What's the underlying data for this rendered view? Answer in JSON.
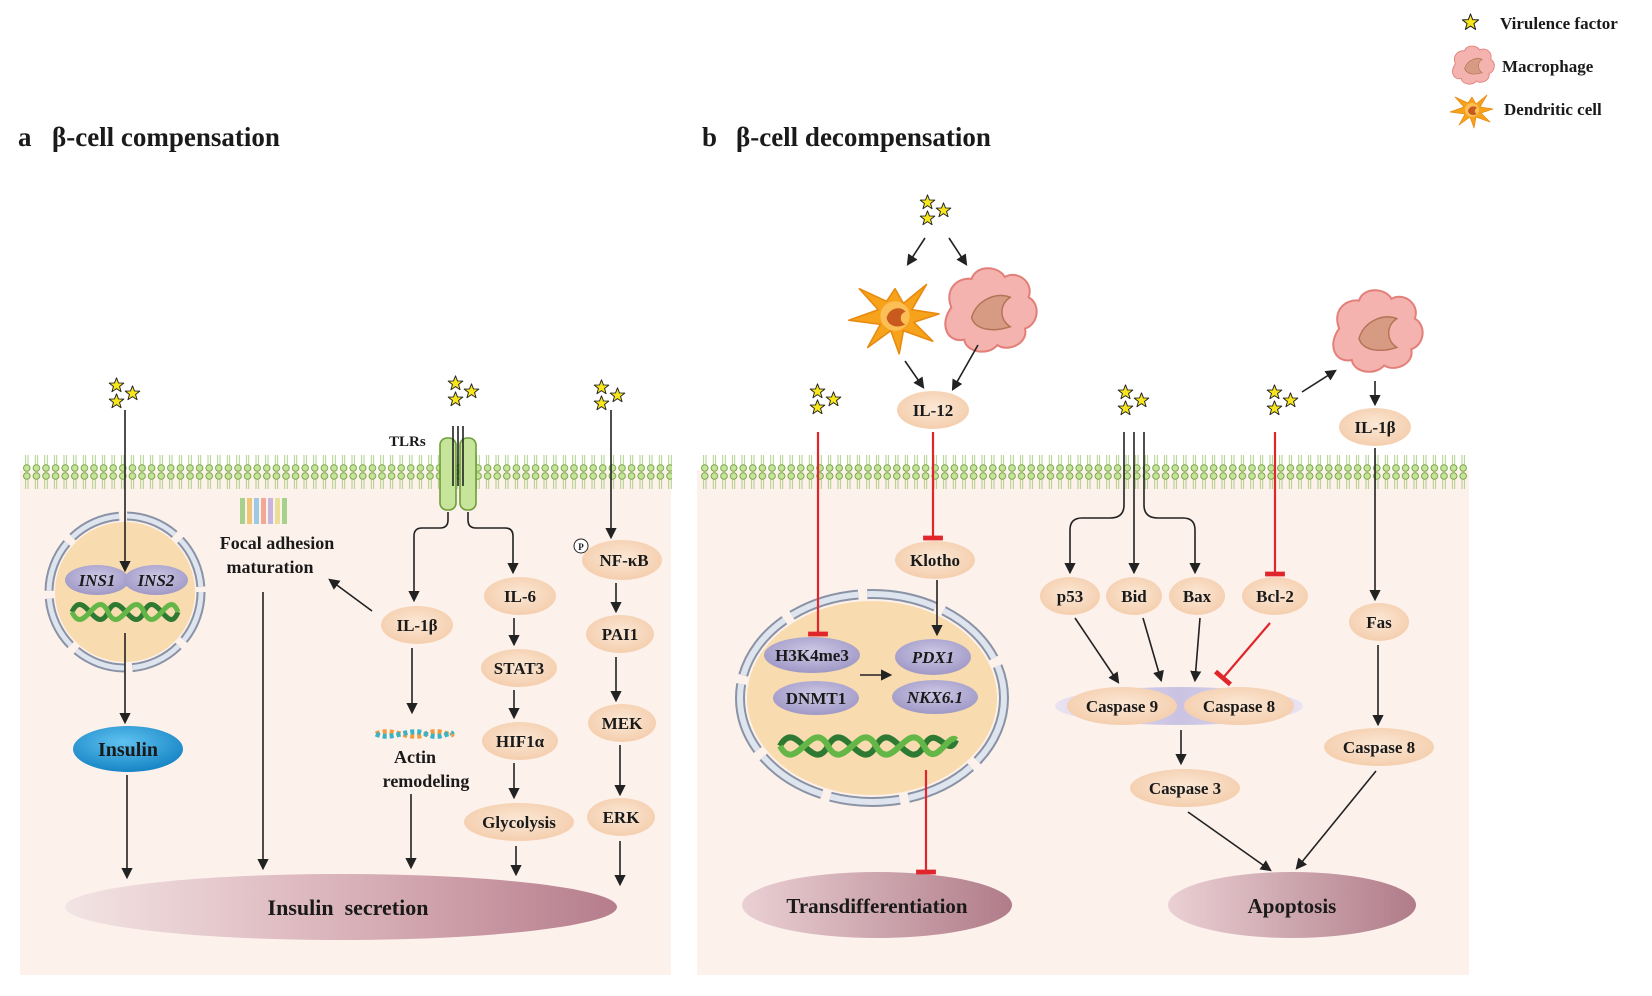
{
  "legend": {
    "virulence_factor": "Virulence factor",
    "macrophage": "Macrophage",
    "dendritic_cell": "Dendritic cell"
  },
  "panel_a": {
    "letter": "a",
    "title": "β-cell compensation",
    "tlrs": "TLRs",
    "ins1": "INS1",
    "ins2": "INS2",
    "insulin": "Insulin",
    "focal_line1": "Focal adhesion",
    "focal_line2": "maturation",
    "il1b": "IL-1β",
    "actin_line1": "Actin",
    "actin_line2": "remodeling",
    "il6": "IL-6",
    "stat3": "STAT3",
    "hif1a": "HIF1α",
    "glycolysis": "Glycolysis",
    "phospho": "P",
    "nfkb": "NF-κB",
    "pai1": "PAI1",
    "mek": "MEK",
    "erk": "ERK",
    "insulin_secretion": "Insulin  secretion"
  },
  "panel_b": {
    "letter": "b",
    "title": "β-cell decompensation",
    "il12": "IL-12",
    "klotho": "Klotho",
    "h3k4me3": "H3K4me3",
    "dnmt1": "DNMT1",
    "pdx1": "PDX1",
    "nkx61": "NKX6.1",
    "transdifferentiation": "Transdifferentiation",
    "p53": "p53",
    "bid": "Bid",
    "bax": "Bax",
    "bcl2": "Bcl-2",
    "caspase9": "Caspase 9",
    "caspase8": "Caspase 8",
    "caspase3": "Caspase 3",
    "il1b": "IL-1β",
    "fas": "Fas",
    "caspase8_right": "Caspase 8",
    "apoptosis": "Apoptosis"
  },
  "colors": {
    "cell_fill": "#fdf1ec",
    "membrane": "#8fbc5a",
    "node_fill": "#f8dcc3",
    "nucleus_fill": "#f8dcb0",
    "gene_fill": "#b7b1d4",
    "insulin_fill": "#2a9fd8",
    "outcome_fill": "#c08a97",
    "inhibit": "#e0262b",
    "virulence": "#f7e61c",
    "macrophage": "#f4b3ae",
    "dendritic": "#f7a21b"
  }
}
